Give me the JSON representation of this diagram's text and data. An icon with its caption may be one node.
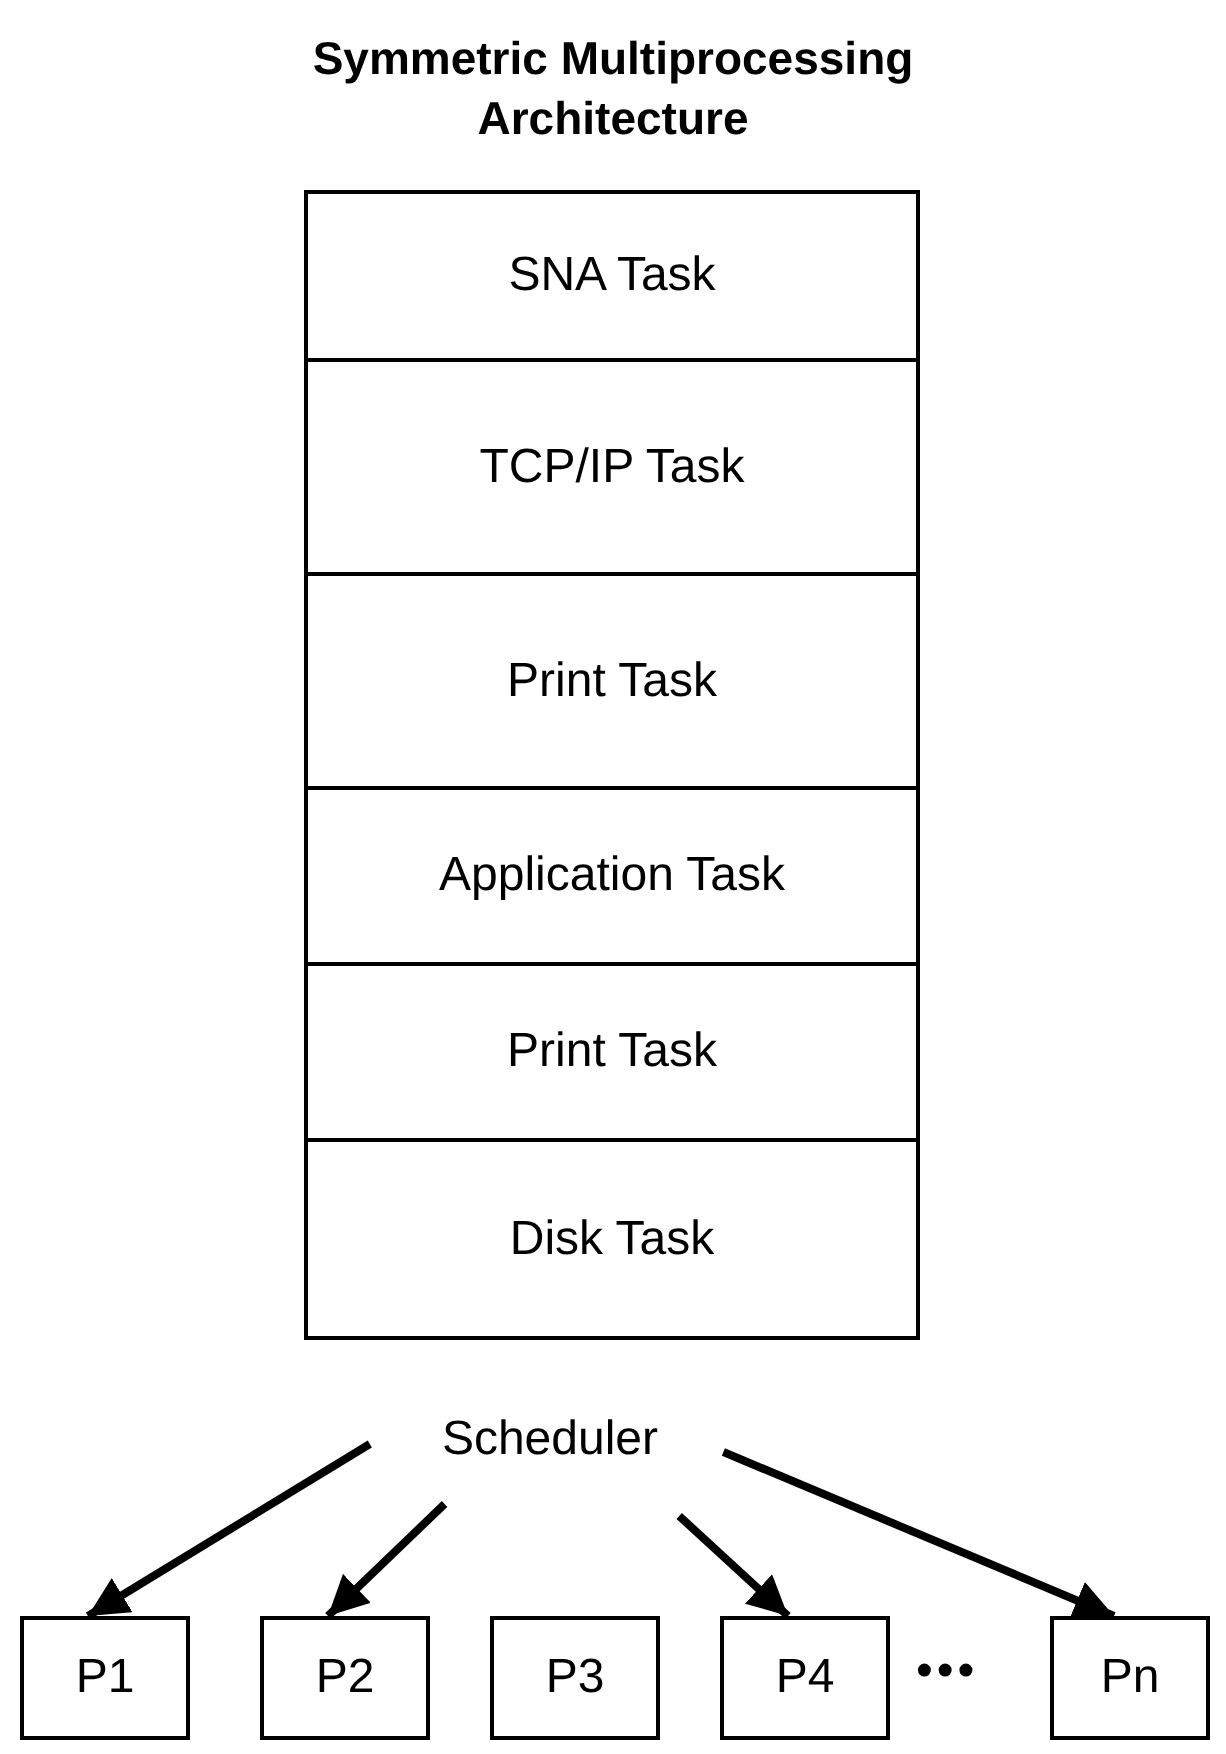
{
  "diagram": {
    "title": "Symmetric Multiprocessing Architecture",
    "nodes": [
      {
        "text": [
          "SNA Task"
        ]
      },
      {
        "text": [
          "TCP/IP Task"
        ]
      },
      {
        "text": [
          "Print Task"
        ]
      },
      {
        "text": [
          "Application Task"
        ]
      },
      {
        "text": [
          "Print Task"
        ]
      },
      {
        "text": [
          "Disk Task"
        ]
      },
      {
        "text": [
          "Scheduler"
        ]
      },
      {
        "text": [
          "P1"
        ]
      },
      {
        "text": [
          "P2"
        ]
      },
      {
        "text": [
          "P3"
        ]
      },
      {
        "text": [
          "P4"
        ]
      },
      {
        "text": [
          "Pn"
        ]
      }
    ],
    "edges": [
      {
        "from": 6,
        "to": 7,
        "arrow": "to"
      },
      {
        "from": 6,
        "to": 8,
        "arrow": "to"
      },
      {
        "from": 6,
        "to": 10,
        "arrow": "to"
      },
      {
        "from": 6,
        "to": 11,
        "arrow": "to"
      }
    ],
    "labels": [
      "•••"
    ]
  }
}
